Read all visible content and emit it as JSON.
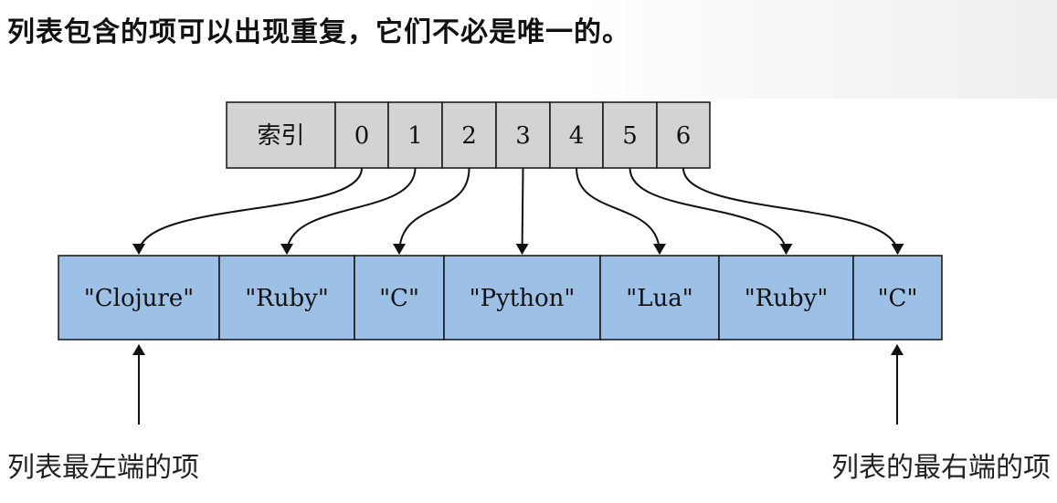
{
  "heading": "列表包含的项可以出现重复，它们不必是唯一的。",
  "colors": {
    "index_fill": "#d3d3d3",
    "item_fill": "#9cc0e6",
    "stroke": "#111111"
  },
  "index_row": {
    "header": "索引",
    "indices": [
      "0",
      "1",
      "2",
      "3",
      "4",
      "5",
      "6"
    ]
  },
  "items": [
    "\"Clojure\"",
    "\"Ruby\"",
    "\"C\"",
    "\"Python\"",
    "\"Lua\"",
    "\"Ruby\"",
    "\"C\""
  ],
  "captions": {
    "left": "列表最左端的项",
    "right": "列表的最右端的项"
  }
}
